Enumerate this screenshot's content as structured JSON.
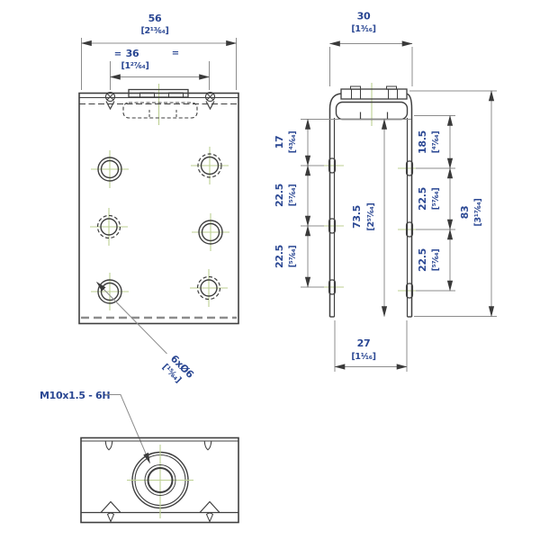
{
  "colors": {
    "dimension_text": "#2a4793",
    "part_line": "#3f3f3f",
    "dimension_line": "#8c8c8c",
    "centerline_green": "#bccf92",
    "background": "#ffffff"
  },
  "front_view": {
    "width_mm": "56",
    "width_in": "[2¹³⁄₆₄]",
    "hole_span_mm": "36",
    "hole_span_in": "[1²⁷⁄₆₄]",
    "eq_left": "=",
    "eq_right": "=",
    "holes_callout_line1": "6xØ6",
    "holes_callout_line2": "[¹⁵⁄₆₄]",
    "thread_callout": "M10x1.5 - 6H"
  },
  "side_view": {
    "depth_mm": "30",
    "depth_in": "[1³⁄₁₆]",
    "left": [
      {
        "mm": "17",
        "in": "[⁴³⁄₆₄]"
      },
      {
        "mm": "22.5",
        "in": "[⁵⁷⁄₆₄]"
      },
      {
        "mm": "22.5",
        "in": "[⁵⁷⁄₆₄]"
      }
    ],
    "right": [
      {
        "mm": "18.5",
        "in": "[⁴⁷⁄₆₄]"
      },
      {
        "mm": "22.5",
        "in": "[⁵⁷⁄₆₄]"
      },
      {
        "mm": "22.5",
        "in": "[⁵⁷⁄₆₄]"
      }
    ],
    "inner_height_mm": "73.5",
    "inner_height_in": "[2⁵⁷⁄₆₄]",
    "total_height_mm": "83",
    "total_height_in": "[3¹⁷⁄₆₄]",
    "inner_width_mm": "27",
    "inner_width_in": "[1¹⁄₁₆]"
  }
}
